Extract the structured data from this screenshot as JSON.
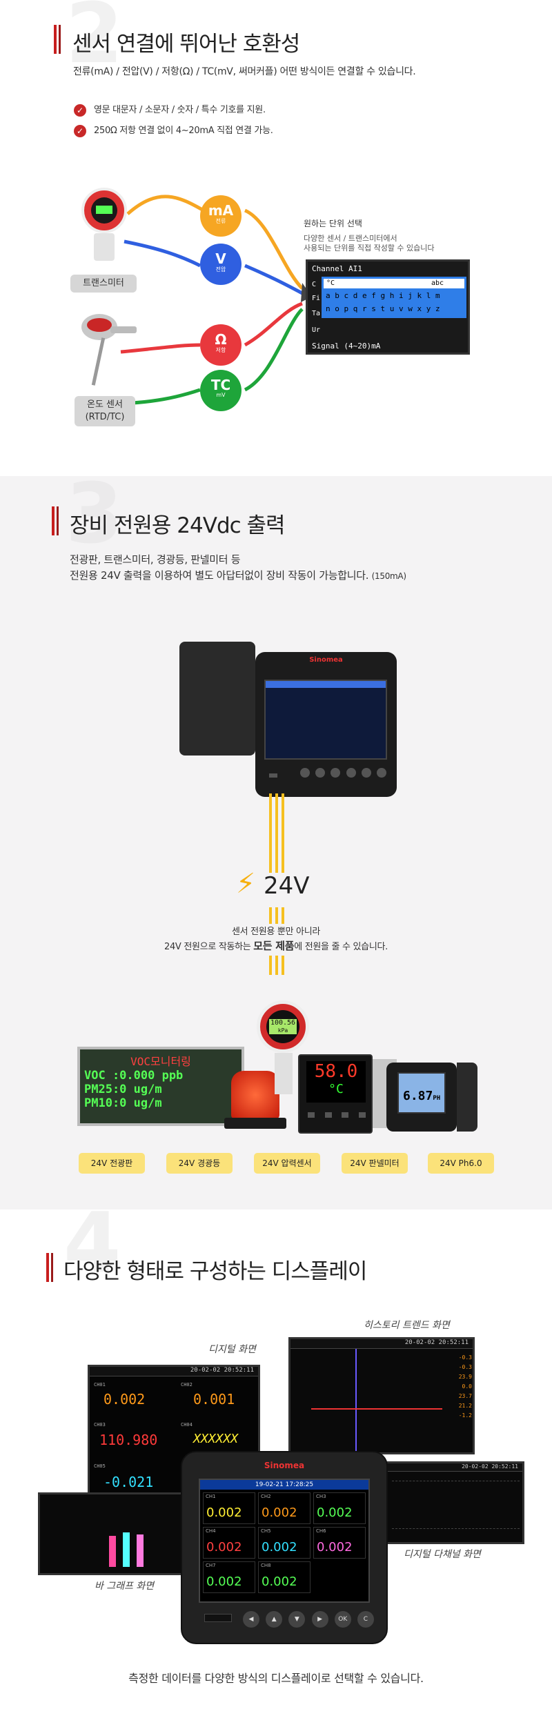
{
  "section1": {
    "number": "2",
    "title": "센서 연결에 뛰어난 호환성",
    "desc": "전류(mA) / 전압(V) / 저항(Ω) / TC(mV, 써머커플) 어떤 방식이든 연결할 수 있습니다.",
    "checks": [
      "영문 대문자 / 소문자 / 숫자 / 특수 기호를 지원.",
      "250Ω 저항 연결 없이 4~20mA 직접 연결 가능."
    ],
    "device_labels": [
      "트랜스미터",
      "온도 센서",
      "(RTD/TC)"
    ],
    "circles": [
      {
        "main": "mA",
        "sub": "전류",
        "color": "#f6a623"
      },
      {
        "main": "V",
        "sub": "전압",
        "color": "#2f5fe0"
      },
      {
        "main": "Ω",
        "sub": "저항",
        "color": "#e8383d"
      },
      {
        "main": "TC",
        "sub": "mV",
        "color": "#1ea53a"
      }
    ],
    "unit_title": "원하는 단위 선택",
    "unit_desc": [
      "다양한 센서 / 트랜스미터에서",
      "사용되는 단위를 직접 작성할 수 있습니다"
    ],
    "screen": {
      "channel": "Channel  AI1",
      "unit_row": "°C",
      "unit_right": "abc",
      "row1": "a b c d e f g h i j k l m",
      "row2": "n o p q r s t u v w x y z",
      "left_marks": [
        "C",
        "Fi",
        "Ta",
        "Ur"
      ],
      "signal": "Signal   (4~20)mA"
    }
  },
  "section2": {
    "number": "3",
    "title": "장비 전원용 24Vdc 출력",
    "desc1": "전광판, 트랜스미터, 경광등, 판넬미터 등",
    "desc2": "전원용 24V 출력을  이용하여  별도 아답터없이 장비 작동이 가능합니다.",
    "desc2_note": "(150mA)",
    "brand": "Sinomea",
    "volt": "24V",
    "note1": "센서 전원용 뿐만 아니라",
    "note2a": "24V 전원으로 작동하는 ",
    "note2b": "모든 제품",
    "note2c": "에 전원을 줄 수 있습니다.",
    "led": [
      "VOC모니터링",
      "VOC :0.000 ppb",
      "PM25:0     ug/m",
      "PM10:0     ug/m"
    ],
    "pressure_value": "100.56",
    "pressure_unit": "kPa",
    "panel_value": "58.0",
    "panel_unit": "°C",
    "ph_value": "6.87",
    "ph_unit": "PH",
    "badges": [
      "24V 전광판",
      "24V 경광등",
      "24V 압력센서",
      "24V 판넬미터",
      "24V Ph6.0"
    ]
  },
  "section3": {
    "number": "4",
    "title": "다양한 형태로 구성하는 디스플레이",
    "labels": {
      "history": "히스토리 트렌드 화면",
      "digital": "디지털 화면",
      "multi": "디지털 다채널 화면",
      "bar": "바 그래프 화면"
    },
    "digital_screen": {
      "date": "20-02-02  20:52:11",
      "values": [
        "0.002",
        "0.001",
        "110.980",
        "XXXXXX",
        "-0.021"
      ],
      "tags": [
        "CH01",
        "CH02",
        "CH03",
        "CH04",
        "CH05"
      ]
    },
    "history_date": "20-02-02  20:52:11",
    "history_values": [
      "-0.3",
      "-0.3",
      "23.9",
      "0.0",
      "23.7",
      "21.2",
      "-1.2"
    ],
    "multi_date": "20-02-02  20:52:11",
    "front": {
      "brand": "Sinomea",
      "date": "19-02-21   17:28:25",
      "tags": [
        "CH1",
        "CH2",
        "CH3",
        "CH4",
        "CH5",
        "CH6",
        "CH7",
        "CH8"
      ],
      "values": [
        "0.002",
        "0.002",
        "0.002",
        "0.002",
        "0.002",
        "0.002",
        "0.002",
        "0.002"
      ],
      "keys": [
        "◀",
        "▲",
        "▼",
        "▶",
        "OK",
        "C"
      ]
    },
    "footer": "측정한 데이터를 다양한 방식의 디스플레이로 선택할 수 있습니다."
  },
  "colors": {
    "accent": "#c81e1e",
    "yellow_badge": "#fbe27a",
    "orange": "#f6a623",
    "blue": "#2f5fe0",
    "red": "#e8383d",
    "green": "#1ea53a"
  }
}
